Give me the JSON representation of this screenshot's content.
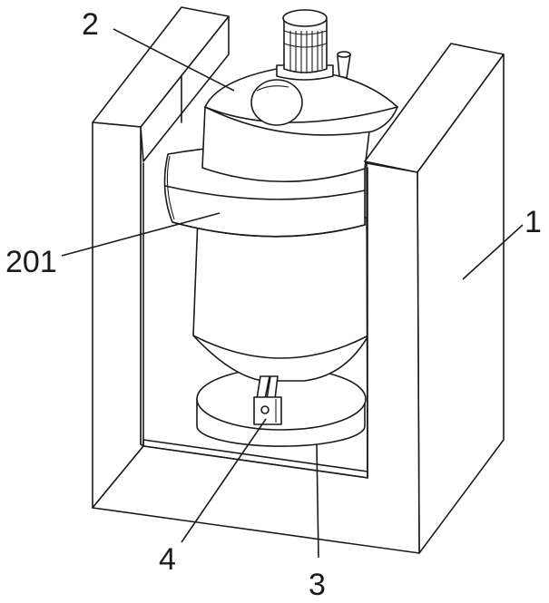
{
  "labels": {
    "label_1": "1",
    "label_2": "2",
    "label_201": "201",
    "label_3": "3",
    "label_4": "4"
  },
  "colors": {
    "line": "#1a1a1a",
    "background": "#ffffff"
  }
}
